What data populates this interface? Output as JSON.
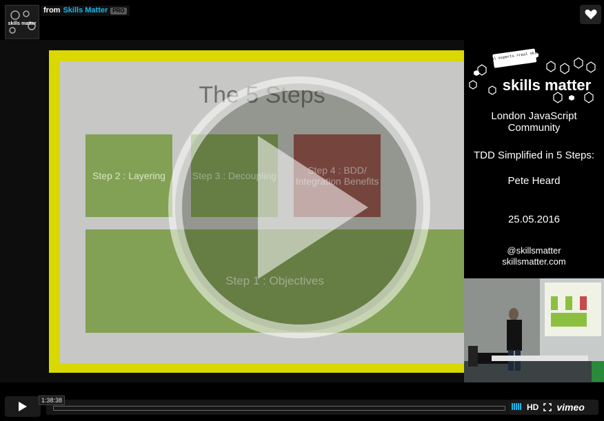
{
  "header": {
    "from_label": "from",
    "author": "Skills Matter",
    "badge": "PRO",
    "avatar_text": "skills matter"
  },
  "slide": {
    "title": "The 5 Steps",
    "steps": [
      {
        "label": "Step 2 : Layering"
      },
      {
        "label": "Step 3 : Decoupling"
      },
      {
        "label": "Step 4 : BDD/ Integration Benefits"
      },
      {
        "label": "Step 1 : Objectives"
      }
    ]
  },
  "panel": {
    "tagline": ">real experts >real skills",
    "logo": "skills matter",
    "community": "London JavaScript Community",
    "talk": "TDD Simplified in 5 Steps:",
    "speaker": "Pete Heard",
    "date": "25.05.2016",
    "handle": "@skillsmatter",
    "site": "skillsmatter.com"
  },
  "controls": {
    "time": "1:38:38",
    "hd_label": "HD",
    "brand": "vimeo",
    "progress": 0
  },
  "colors": {
    "accent": "#1ab7ea",
    "slide_border": "#d9d800",
    "step_green": "#83a154",
    "step_red": "#9a4d4c"
  }
}
